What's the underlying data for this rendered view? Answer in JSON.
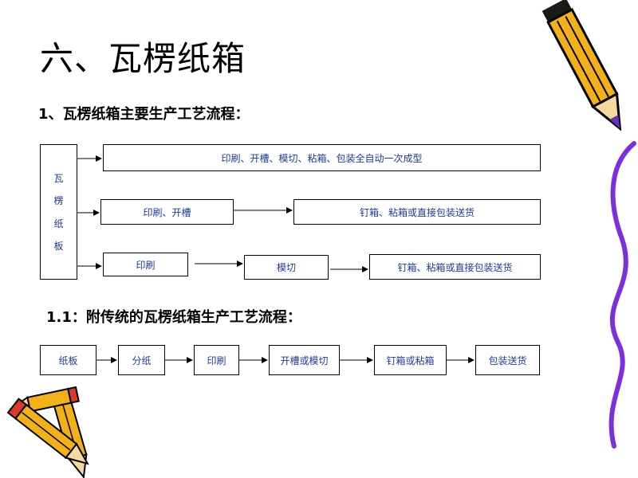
{
  "title": "六、瓦楞纸箱",
  "section1": {
    "heading": "1、瓦楞纸箱主要生产工艺流程：",
    "source_chars": [
      "瓦",
      "楞",
      "纸",
      "板"
    ],
    "row1": {
      "step1": "印刷、开槽、模切、粘箱、包装全自动一次成型"
    },
    "row2": {
      "step1": "印刷、开槽",
      "step2": "钉箱、粘箱或直接包装送货"
    },
    "row3": {
      "step1": "印刷",
      "step2": "模切",
      "step3": "钉箱、粘箱或直接包装送货"
    }
  },
  "section2": {
    "heading": "1.1：附传统的瓦楞纸箱生产工艺流程：",
    "steps": [
      "纸板",
      "分纸",
      "印刷",
      "开槽或模切",
      "钉箱或粘箱",
      "包装送货"
    ]
  },
  "colors": {
    "box_text": "#1f3a93",
    "border": "#000000"
  }
}
